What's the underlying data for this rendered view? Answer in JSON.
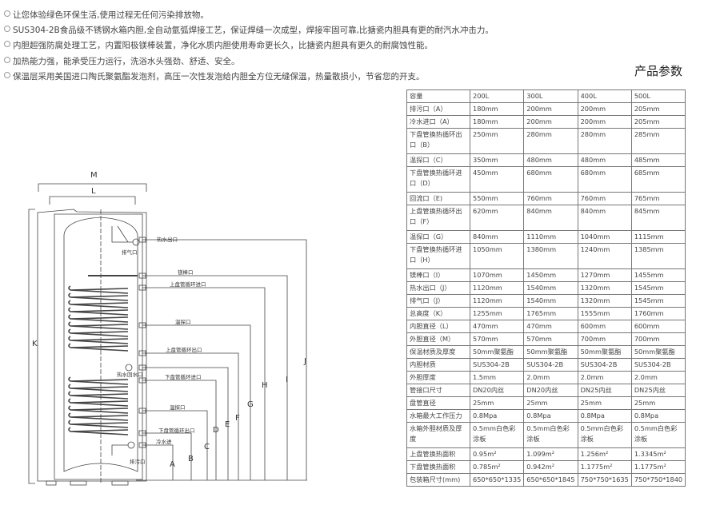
{
  "features": [
    "让您体验绿色环保生活,使用过程无任何污染排放物。",
    "SUS304-2B食品级不锈钢水箱内胆,全自动氩弧焊接工艺，保证焊缝一次成型，焊接牢固可靠,比搪瓷内胆具有更的耐汽水冲击力。",
    "内胆超强防腐处理工艺，内置阳极镁棒装置，净化水质内胆使用寿命更长久，比搪瓷内胆具有更久的耐腐蚀性能。",
    "加热能力强，能承受压力运行，洗浴水头强劲、舒适、安全。",
    "保温层采用美国进口陶氏聚氨酯发泡剂，高压一次性发泡给内胆全方位无缝保温，热量散损小，节省您的开支。"
  ],
  "params_title": "产品参数",
  "table": {
    "header": [
      "容量",
      "200L",
      "300L",
      "400L",
      "500L"
    ],
    "rows": [
      [
        "排污口（A）",
        "180mm",
        "200mm",
        "200mm",
        "205mm"
      ],
      [
        "冷水进口（A）",
        "180mm",
        "200mm",
        "200mm",
        "205mm"
      ],
      [
        "下盘管换热循环出口（B）",
        "250mm",
        "280mm",
        "280mm",
        "285mm"
      ],
      [
        "温探口（C）",
        "350mm",
        "480mm",
        "480mm",
        "485mm"
      ],
      [
        "下盘管换热循环进口（D）",
        "450mm",
        "680mm",
        "680mm",
        "685mm"
      ],
      [
        "回流口（E)",
        "550mm",
        "760mm",
        "760mm",
        "765mm"
      ],
      [
        "上盘管换热循环出口（F）",
        "620mm",
        "840mm",
        "840mm",
        "845mm"
      ],
      [
        "温探口（G）",
        "840mm",
        "1110mm",
        "1040mm",
        "1115mm"
      ],
      [
        "下盘管换热循环进口（H）",
        "1050mm",
        "1380mm",
        "1240mm",
        "1385mm"
      ],
      [
        "镁棒口（I）",
        "1070mm",
        "1450mm",
        "1270mm",
        "1455mm"
      ],
      [
        "热水出口（J）",
        "1120mm",
        "1540mm",
        "1320mm",
        "1545mm"
      ],
      [
        "排气口（J）",
        "1120mm",
        "1540mm",
        "1320mm",
        "1545mm"
      ],
      [
        "总高度（K）",
        "1255mm",
        "1765mm",
        "1555mm",
        "1760mm"
      ],
      [
        "内胆直径（L）",
        "470mm",
        "470mm",
        "600mm",
        "600mm"
      ],
      [
        "外胆直径（M）",
        "570mm",
        "570mm",
        "700mm",
        "700mm"
      ],
      [
        "保温材质及厚度",
        "50mm聚氨酯",
        "50mm聚氨酯",
        "50mm聚氨酯",
        "50mm聚氨酯"
      ],
      [
        "内胆材质",
        "SUS304-2B",
        "SUS304-2B",
        "SUS304-2B",
        "SUS304-2B"
      ],
      [
        "外胆厚度",
        "1.5mm",
        "2.0mm",
        "2.0mm",
        "2.0mm"
      ],
      [
        "管接口尺寸",
        "DN20内丝",
        "DN20内丝",
        "DN25内丝",
        "DN25内丝"
      ],
      [
        "盘管直径",
        "25mm",
        "25mm",
        "25mm",
        "25mm"
      ],
      [
        "水箱最大工作压力",
        "0.8Mpa",
        "0.8Mpa",
        "0.8Mpa",
        "0.8Mpa"
      ],
      [
        "水箱外胆材质及厚度",
        "0.5mm白色彩涂板",
        "0.5mm白色彩涂板",
        "0.5mm白色彩涂板",
        "0.5mm白色彩涂板"
      ],
      [
        "上盘管换热面积",
        "0.95m²",
        "1.099m²",
        "1.256m²",
        "1.3345m²"
      ],
      [
        "下盘管换热面积",
        "0.785m²",
        "0.942m²",
        "1.1775m²",
        "1.1775m²"
      ],
      [
        "包装箱尺寸(mm)",
        "650*650*1335",
        "650*650*1845",
        "750*750*1635",
        "750*750*1840"
      ]
    ]
  },
  "diagram": {
    "dims": {
      "M": "M",
      "L": "L",
      "K": "K",
      "A": "A",
      "B": "B",
      "C": "C",
      "D": "D",
      "E": "E",
      "F": "F",
      "G": "G",
      "H": "H",
      "I": "I",
      "J": "J"
    },
    "ports": {
      "hot_out": "热水出口",
      "vent": "排气口",
      "mg": "镁棒口",
      "upper_in": "上盘管循环进口",
      "temp1": "温探口",
      "upper_out": "上盘管循环出口",
      "hot_return": "热水回水口",
      "lower_in": "下盘管循环进口",
      "temp2": "温探口",
      "lower_out": "下盘管循环出口",
      "cold_in": "冷水进",
      "drain": "排污口"
    }
  }
}
